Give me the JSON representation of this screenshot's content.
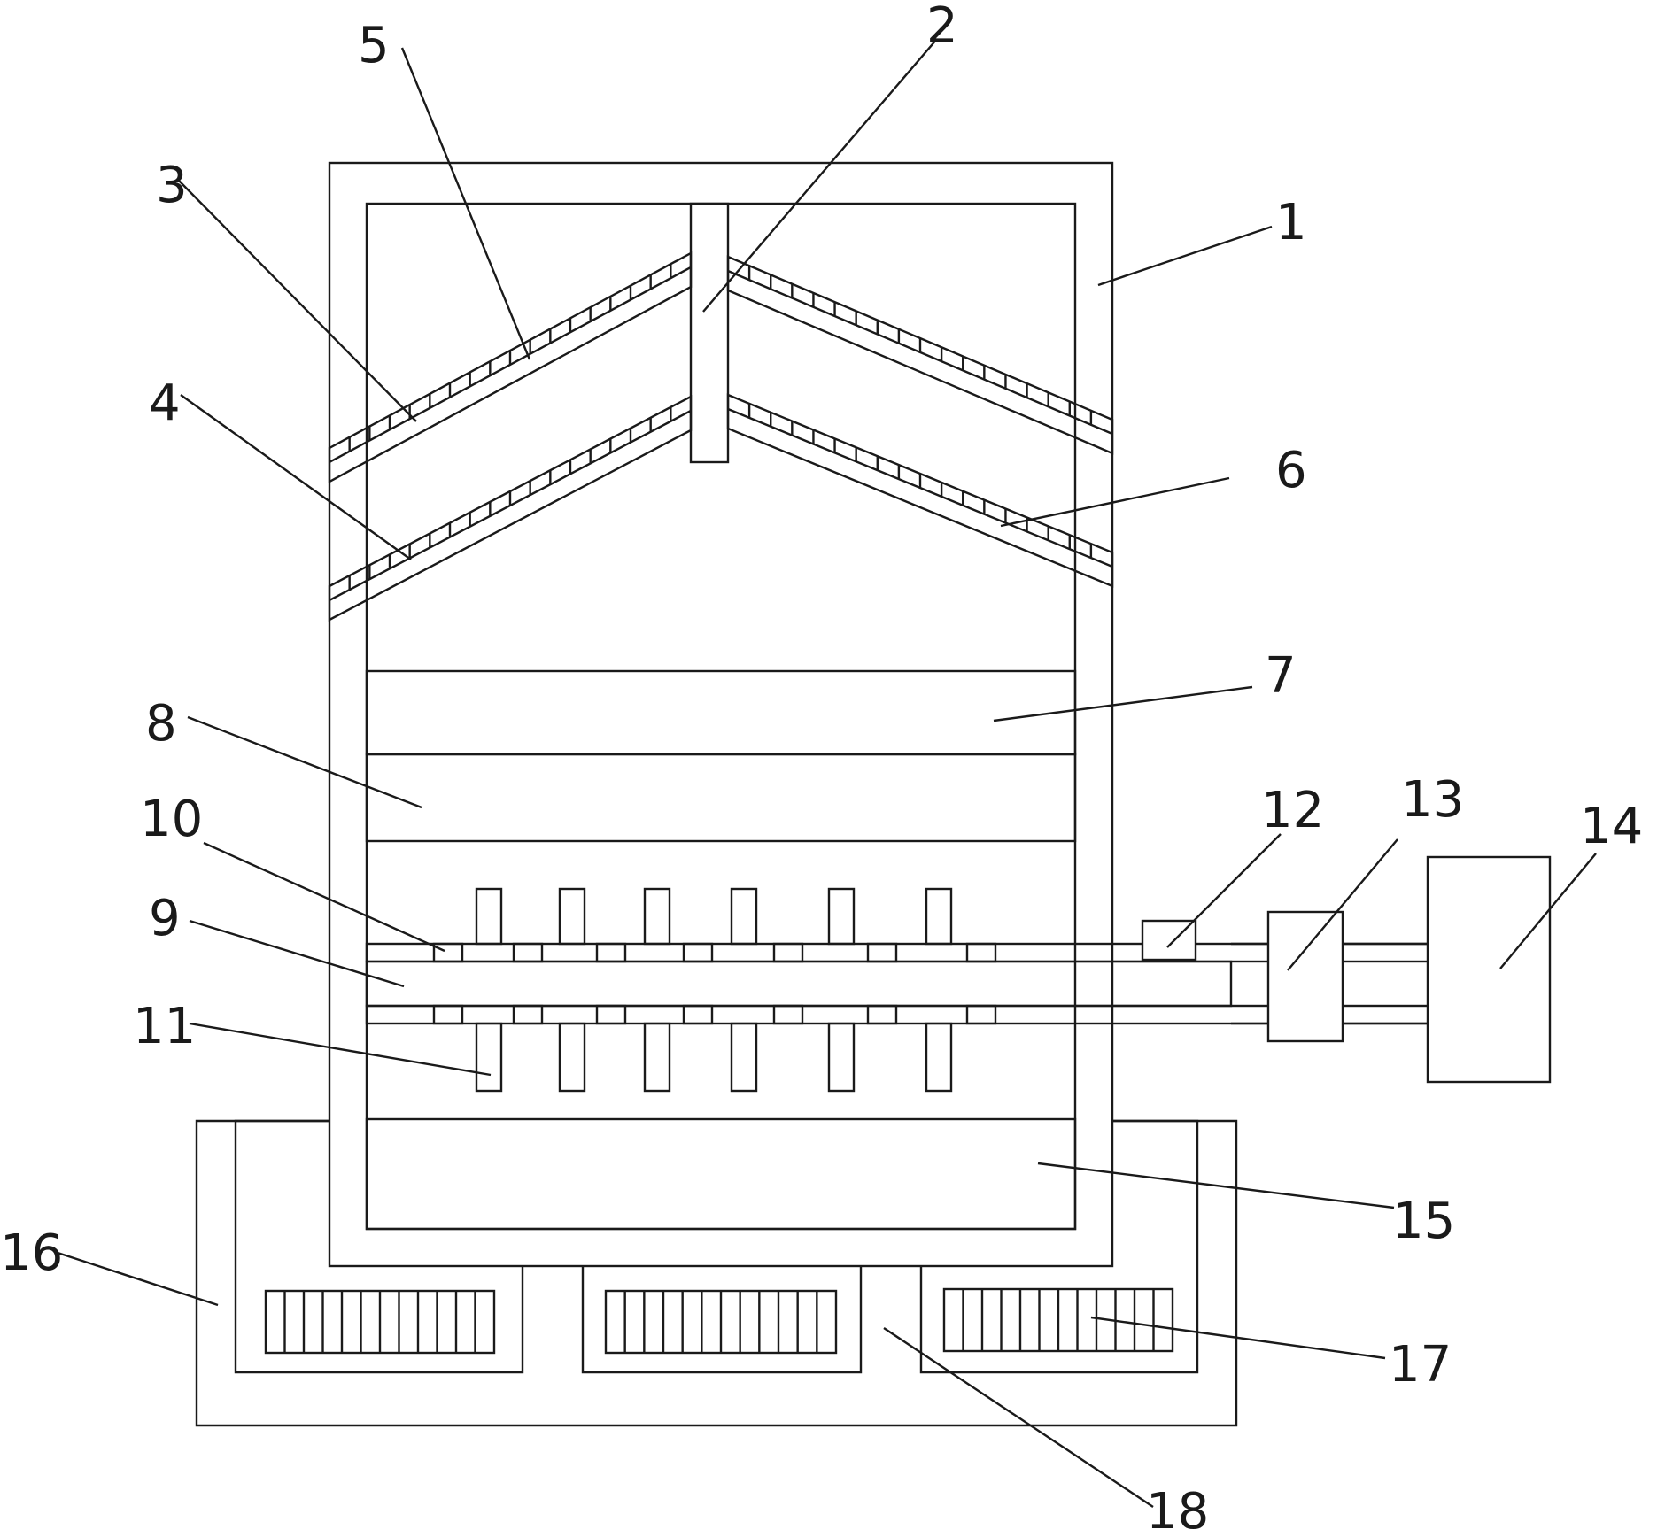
{
  "figure": {
    "labels": [
      {
        "id": "1",
        "text": "1"
      },
      {
        "id": "2",
        "text": "2"
      },
      {
        "id": "3",
        "text": "3"
      },
      {
        "id": "4",
        "text": "4"
      },
      {
        "id": "5",
        "text": "5"
      },
      {
        "id": "6",
        "text": "6"
      },
      {
        "id": "7",
        "text": "7"
      },
      {
        "id": "8",
        "text": "8"
      },
      {
        "id": "9",
        "text": "9"
      },
      {
        "id": "10",
        "text": "10"
      },
      {
        "id": "11",
        "text": "11"
      },
      {
        "id": "12",
        "text": "12"
      },
      {
        "id": "13",
        "text": "13"
      },
      {
        "id": "14",
        "text": "14"
      },
      {
        "id": "15",
        "text": "15"
      },
      {
        "id": "16",
        "text": "16"
      },
      {
        "id": "17",
        "text": "17"
      },
      {
        "id": "18",
        "text": "18"
      }
    ]
  }
}
